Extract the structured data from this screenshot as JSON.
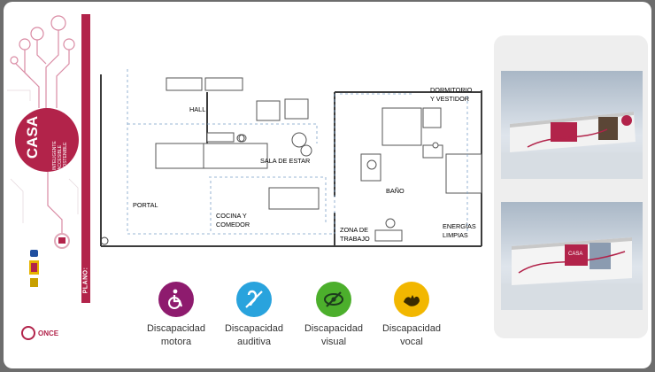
{
  "brand": {
    "title": "CASA",
    "subtitle": "INTELIGENTE ACCESIBLE SOSTENIBLE",
    "org": "ONCE",
    "accent": "#b2234a"
  },
  "plan_label": "PLANO:",
  "rooms": {
    "hall": "HALL",
    "sala": "SALA DE ESTAR",
    "portal": "PORTAL",
    "cocina1": "COCINA Y",
    "cocina2": "COMEDOR",
    "dormitorio1": "DORMITORIO",
    "dormitorio2": "Y VESTIDOR",
    "bano": "BAÑO",
    "zona1": "ZONA DE",
    "zona2": "TRABAJO",
    "energias1": "ENERGÍAS",
    "energias2": "LIMPIAS"
  },
  "disabilities": [
    {
      "line1": "Discapacidad",
      "line2": "motora",
      "color": "#8e1b6e",
      "icon": "wheelchair-icon"
    },
    {
      "line1": "Discapacidad",
      "line2": "auditiva",
      "color": "#29a3dd",
      "icon": "ear-icon"
    },
    {
      "line1": "Discapacidad",
      "line2": "visual",
      "color": "#4caf2c",
      "icon": "eye-slash-icon"
    },
    {
      "line1": "Discapacidad",
      "line2": "vocal",
      "color": "#f2b700",
      "icon": "sign-language-icon"
    }
  ],
  "photos": {
    "sign": "CASA"
  }
}
